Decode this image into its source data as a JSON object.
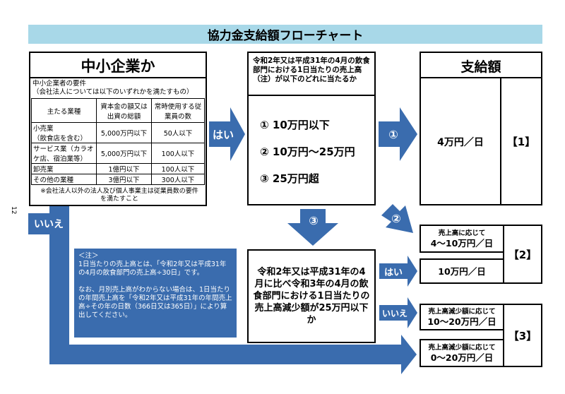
{
  "page_title": "協力金支給額フローチャート",
  "page_number": "12",
  "sme": {
    "heading": "中小企業か",
    "req_line1": "中小企業者の要件",
    "req_line2": "（会社法人については以下のいずれかを満たすもの）",
    "columns": [
      "主たる業種",
      "資本金の額又は出資の総額",
      "常時使用する従業員の数"
    ],
    "rows": [
      {
        "industry": "小売業\n（飲食店を含む）",
        "capital": "5,000万円以下",
        "employees": "50人以下"
      },
      {
        "industry": "サービス業（カラオケ店、宿泊業等）",
        "capital": "5,000万円以下",
        "employees": "100人以下"
      },
      {
        "industry": "卸売業",
        "capital": "1億円以下",
        "employees": "100人以下"
      },
      {
        "industry": "その他の業種",
        "capital": "3億円以下",
        "employees": "300人以下"
      }
    ],
    "note": "※会社法人以外の法人及び個人事業主は従業員数の要件を満たすこと"
  },
  "yes_label": "はい",
  "no_label": "いいえ",
  "sales_question": "令和2年又は平成31年の4月の飲食部門における1日当たりの売上高（注）が以下のどれに当たるか",
  "options": [
    "① 10万円以下",
    "② 10万円～25万円",
    "③ 25万円超"
  ],
  "arrow_labels": {
    "one": "①",
    "two": "②",
    "three": "③"
  },
  "payment": {
    "heading": "支給額",
    "amount1": "4万円／日",
    "cat1": "【1】",
    "box2_line1": "売上高に応じて",
    "box2_line2": "4～10万円／日",
    "cat2": "【2】",
    "box3": "10万円／日",
    "box4_line1": "売上高減少額に応じて",
    "box4_line2": "10～20万円／日",
    "cat3": "【3】",
    "box5_line1": "売上高減少額に応じて",
    "box5_line2": "0～20万円／日"
  },
  "decline_question": "令和2年又は平成31年の4月に比べ令和3年の4月の飲食部門における1日当たりの売上高減少額が25万円以下か",
  "note": {
    "heading": "＜注＞",
    "para1": "1日当たりの売上高とは、「令和2年又は平成31年の4月の飲食部門の売上高÷30日」です。",
    "para2": "なお、月別売上高がわからない場合は、1日当たりの年間売上高を「令和2年又は平成31年の年間売上高÷その年の日数（366日又は365日）」により算出してください。"
  },
  "colors": {
    "title_bar": "#a8d8e8",
    "arrow": "#3a6cae",
    "note_bg": "#3a6cae"
  }
}
